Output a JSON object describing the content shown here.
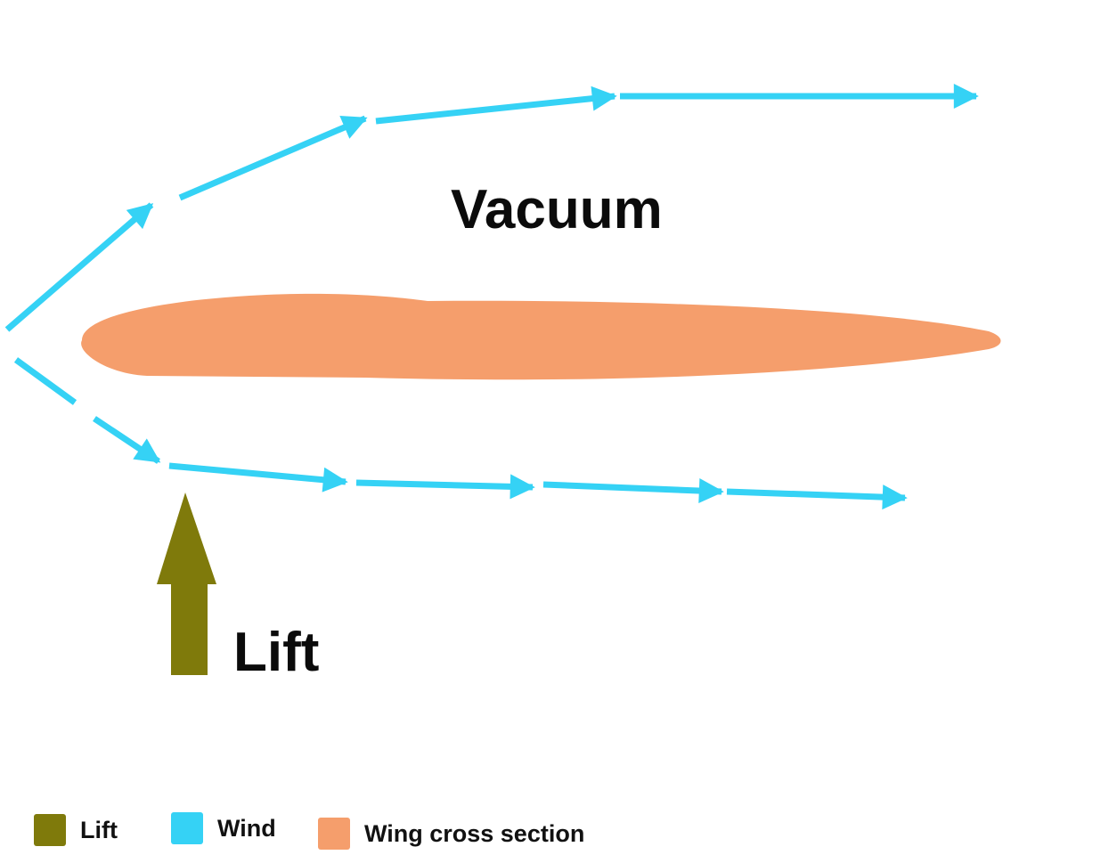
{
  "labels": {
    "vacuum": "Vacuum",
    "lift": "Lift"
  },
  "legend": [
    {
      "label": "Lift",
      "color": "#7f7a0b",
      "icon": "lift-swatch"
    },
    {
      "label": "Wind",
      "color": "#35d2f5",
      "icon": "wind-swatch"
    },
    {
      "label": "Wing cross section",
      "color": "#f59e6c",
      "icon": "wing-swatch"
    }
  ],
  "colors": {
    "wind": "#35d2f5",
    "wing": "#f59e6c",
    "lift": "#7f7a0b",
    "text": "#0b0b0b"
  }
}
